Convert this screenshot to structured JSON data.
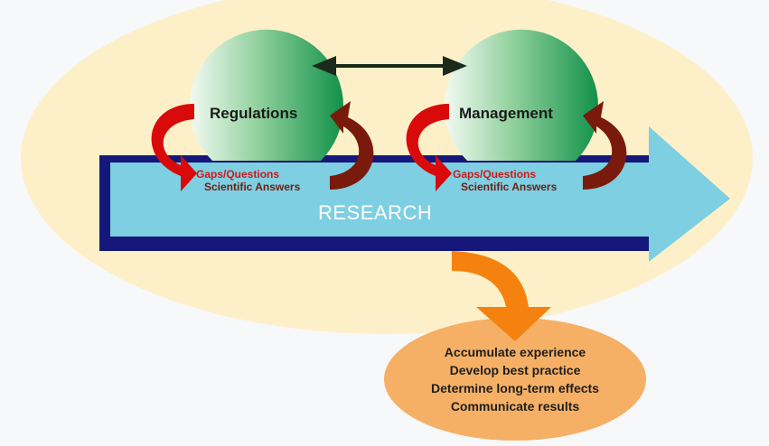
{
  "nodes": {
    "regulations": "Regulations",
    "management": "Management"
  },
  "loops": [
    {
      "gaps": "Gaps/Questions",
      "answers": "Scientific Answers"
    },
    {
      "gaps": "Gaps/Questions",
      "answers": "Scientific Answers"
    }
  ],
  "research_label": "RESEARCH",
  "outcomes": [
    "Accumulate experience",
    "Develop best practice",
    "Determine long-term effects",
    "Communicate results"
  ],
  "colors": {
    "background_ellipse": "#fdf0c8",
    "research_arrow": "#7ecfe2",
    "research_border": "#15177a",
    "node_green": "#1e9a4a",
    "gaps_arrow": "#d80a0a",
    "answers_arrow": "#7a1a0c",
    "outcome_arrow": "#f5820f",
    "outcome_ellipse": "#f5b066"
  }
}
